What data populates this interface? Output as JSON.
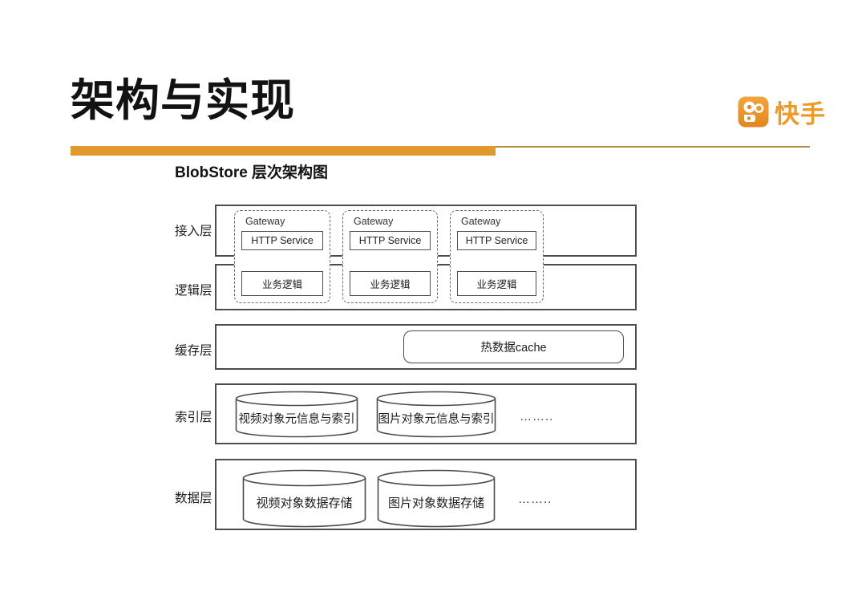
{
  "slide": {
    "title": "架构与实现",
    "subtitle": "BlobStore 层次架构图",
    "accent_color": "#E1992D",
    "accent_line_color": "#BD8C42",
    "logo": {
      "text": "快手",
      "color": "#EE9A2B",
      "icon": "kuaishou-camera-icon"
    }
  },
  "diagram": {
    "layers": [
      {
        "label": "接入层"
      },
      {
        "label": "逻辑层"
      },
      {
        "label": "缓存层"
      },
      {
        "label": "索引层"
      },
      {
        "label": "数据层"
      }
    ],
    "gateways": [
      {
        "title": "Gateway",
        "http": "HTTP Service",
        "logic": "业务逻辑"
      },
      {
        "title": "Gateway",
        "http": "HTTP Service",
        "logic": "业务逻辑"
      },
      {
        "title": "Gateway",
        "http": "HTTP Service",
        "logic": "业务逻辑"
      }
    ],
    "cache_box": "热数据cache",
    "index_cylinders": [
      "视频对象元信息与索引",
      "图片对象元信息与索引"
    ],
    "index_more": "……..",
    "data_cylinders": [
      "视频对象数据存储",
      "图片对象数据存储"
    ],
    "data_more": "…….."
  }
}
